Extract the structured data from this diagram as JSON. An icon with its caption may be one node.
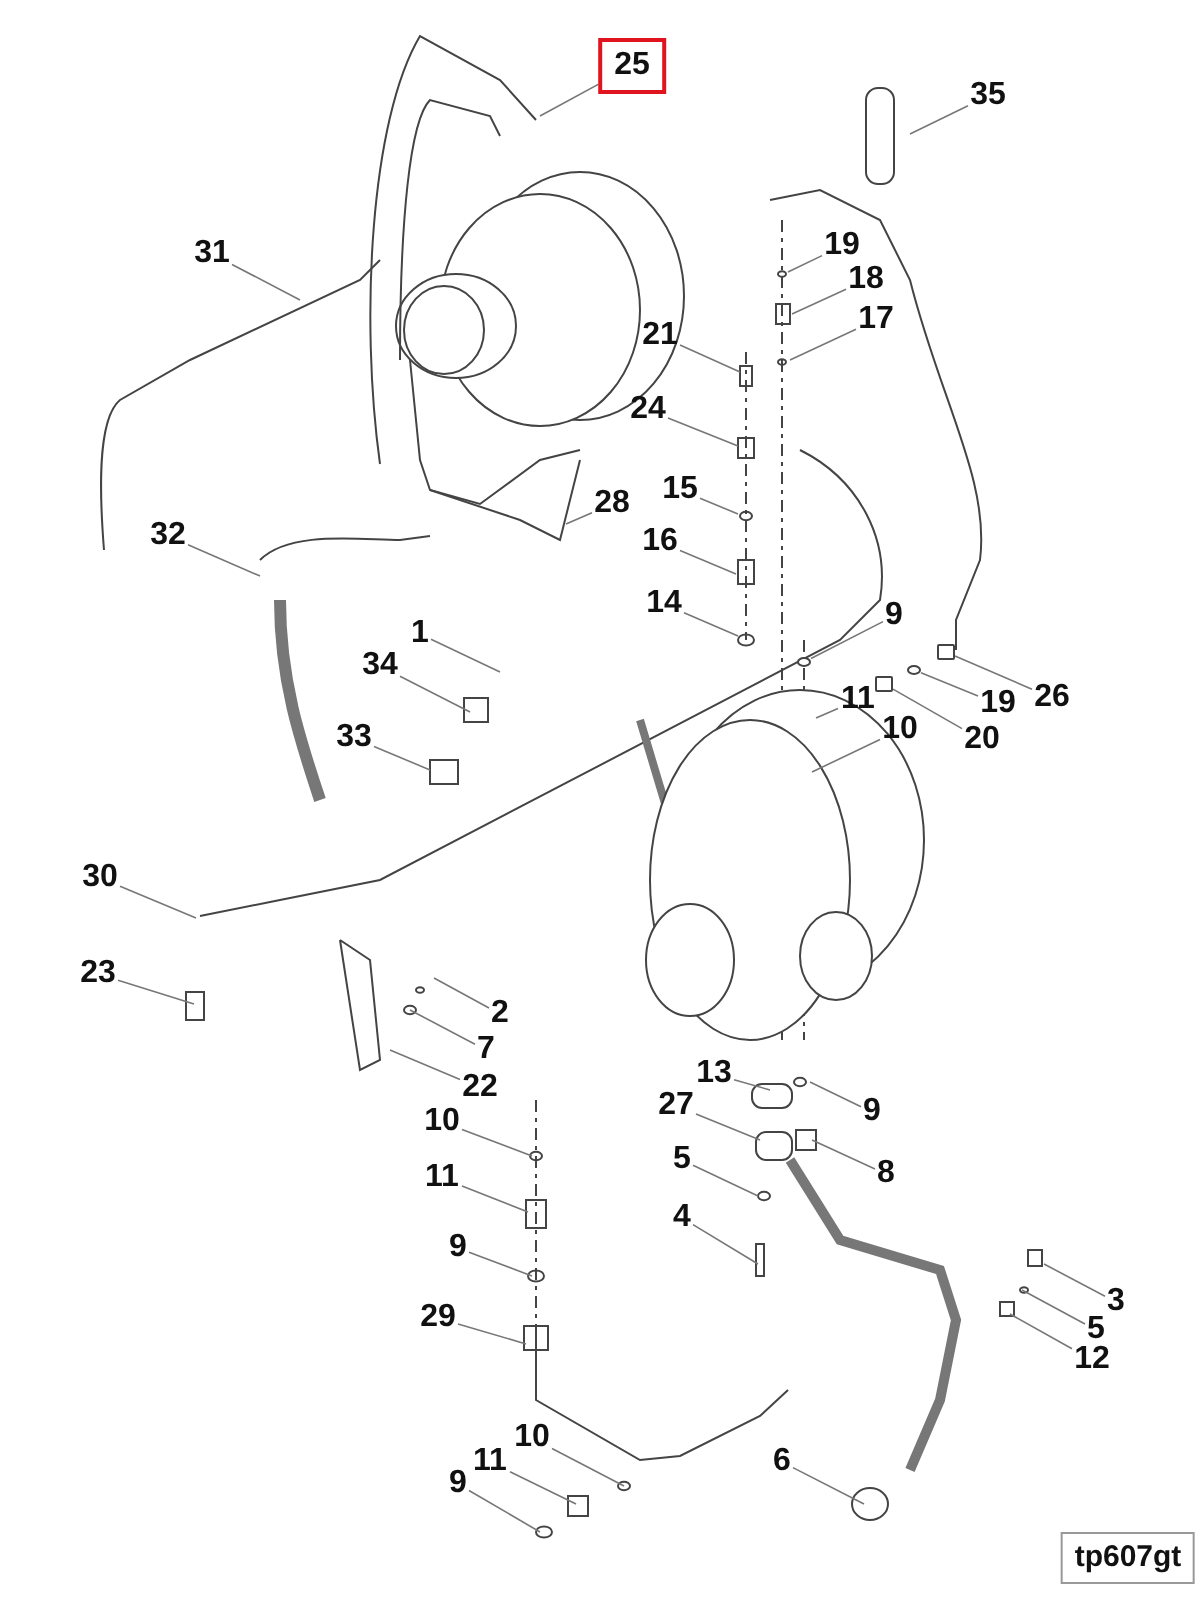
{
  "diagram": {
    "nodes": [
      {
        "text": [
          "25"
        ]
      },
      {
        "text": [
          "35"
        ]
      },
      {
        "text": [
          "31"
        ]
      },
      {
        "text": [
          "19"
        ]
      },
      {
        "text": [
          "18"
        ]
      },
      {
        "text": [
          "17"
        ]
      },
      {
        "text": [
          "21"
        ]
      },
      {
        "text": [
          "24"
        ]
      },
      {
        "text": [
          "15"
        ]
      },
      {
        "text": [
          "28"
        ]
      },
      {
        "text": [
          "16"
        ]
      },
      {
        "text": [
          "32"
        ]
      },
      {
        "text": [
          "14"
        ]
      },
      {
        "text": [
          "9"
        ]
      },
      {
        "text": [
          "1"
        ]
      },
      {
        "text": [
          "34"
        ]
      },
      {
        "text": [
          "11"
        ]
      },
      {
        "text": [
          "19"
        ]
      },
      {
        "text": [
          "26"
        ]
      },
      {
        "text": [
          "20"
        ]
      },
      {
        "text": [
          "10"
        ]
      },
      {
        "text": [
          "33"
        ]
      },
      {
        "text": [
          "30"
        ]
      },
      {
        "text": [
          "23"
        ]
      },
      {
        "text": [
          "2"
        ]
      },
      {
        "text": [
          "7"
        ]
      },
      {
        "text": [
          "22"
        ]
      },
      {
        "text": [
          "13"
        ]
      },
      {
        "text": [
          "9"
        ]
      },
      {
        "text": [
          "10"
        ]
      },
      {
        "text": [
          "27"
        ]
      },
      {
        "text": [
          "8"
        ]
      },
      {
        "text": [
          "5"
        ]
      },
      {
        "text": [
          "11"
        ]
      },
      {
        "text": [
          "4"
        ]
      },
      {
        "text": [
          "9"
        ]
      },
      {
        "text": [
          "3"
        ]
      },
      {
        "text": [
          "5"
        ]
      },
      {
        "text": [
          "12"
        ]
      },
      {
        "text": [
          "29"
        ]
      },
      {
        "text": [
          "10"
        ]
      },
      {
        "text": [
          "11"
        ]
      },
      {
        "text": [
          "6"
        ]
      },
      {
        "text": [
          "9"
        ]
      },
      {
        "text": [
          "tp607gt"
        ]
      },
      {
        "text": [],
        "shape": "circle"
      },
      {
        "text": [],
        "shape": "circle"
      },
      {
        "text": [],
        "shape": "box"
      },
      {
        "text": [],
        "shape": "box"
      }
    ],
    "edges": [
      {
        "from": 0,
        "to": null,
        "arrow": "none"
      },
      {
        "from": 1,
        "to": null,
        "arrow": "none"
      },
      {
        "from": 2,
        "to": null,
        "arrow": "none"
      },
      {
        "from": 3,
        "to": null,
        "arrow": "none"
      },
      {
        "from": 4,
        "to": null,
        "arrow": "none"
      },
      {
        "from": 5,
        "to": null,
        "arrow": "none"
      },
      {
        "from": 6,
        "to": null,
        "arrow": "none"
      },
      {
        "from": 7,
        "to": null,
        "arrow": "none"
      },
      {
        "from": 8,
        "to": null,
        "arrow": "none"
      },
      {
        "from": 9,
        "to": null,
        "arrow": "none"
      },
      {
        "from": 10,
        "to": null,
        "arrow": "none"
      },
      {
        "from": 11,
        "to": null,
        "arrow": "none"
      },
      {
        "from": 12,
        "to": null,
        "arrow": "none"
      },
      {
        "from": 13,
        "to": 45,
        "arrow": "none"
      },
      {
        "from": 14,
        "to": null,
        "arrow": "none"
      },
      {
        "from": 15,
        "to": null,
        "arrow": "none"
      },
      {
        "from": 16,
        "to": null,
        "arrow": "none"
      },
      {
        "from": 17,
        "to": 46,
        "arrow": "none"
      },
      {
        "from": 18,
        "to": 47,
        "arrow": "none"
      },
      {
        "from": 19,
        "to": 48,
        "arrow": "none"
      },
      {
        "from": 20,
        "to": null,
        "arrow": "none"
      },
      {
        "from": 21,
        "to": null,
        "arrow": "none"
      },
      {
        "from": 22,
        "to": null,
        "arrow": "none"
      },
      {
        "from": 23,
        "to": null,
        "arrow": "none"
      },
      {
        "from": 24,
        "to": null,
        "arrow": "none"
      },
      {
        "from": 25,
        "to": null,
        "arrow": "none"
      },
      {
        "from": 26,
        "to": null,
        "arrow": "none"
      },
      {
        "from": 27,
        "to": null,
        "arrow": "none"
      },
      {
        "from": 28,
        "to": null,
        "arrow": "none"
      },
      {
        "from": 29,
        "to": null,
        "arrow": "none"
      },
      {
        "from": 30,
        "to": null,
        "arrow": "none"
      },
      {
        "from": 31,
        "to": null,
        "arrow": "none"
      },
      {
        "from": 32,
        "to": null,
        "arrow": "none"
      },
      {
        "from": 33,
        "to": null,
        "arrow": "none"
      },
      {
        "from": 34,
        "to": null,
        "arrow": "none"
      },
      {
        "from": 35,
        "to": null,
        "arrow": "none"
      },
      {
        "from": 36,
        "to": null,
        "arrow": "none"
      },
      {
        "from": 37,
        "to": null,
        "arrow": "none"
      },
      {
        "from": 38,
        "to": null,
        "arrow": "none"
      },
      {
        "from": 39,
        "to": null,
        "arrow": "none"
      },
      {
        "from": 40,
        "to": null,
        "arrow": "none"
      },
      {
        "from": 41,
        "to": null,
        "arrow": "none"
      },
      {
        "from": 42,
        "to": null,
        "arrow": "none"
      },
      {
        "from": 43,
        "to": null,
        "arrow": "none"
      }
    ]
  }
}
